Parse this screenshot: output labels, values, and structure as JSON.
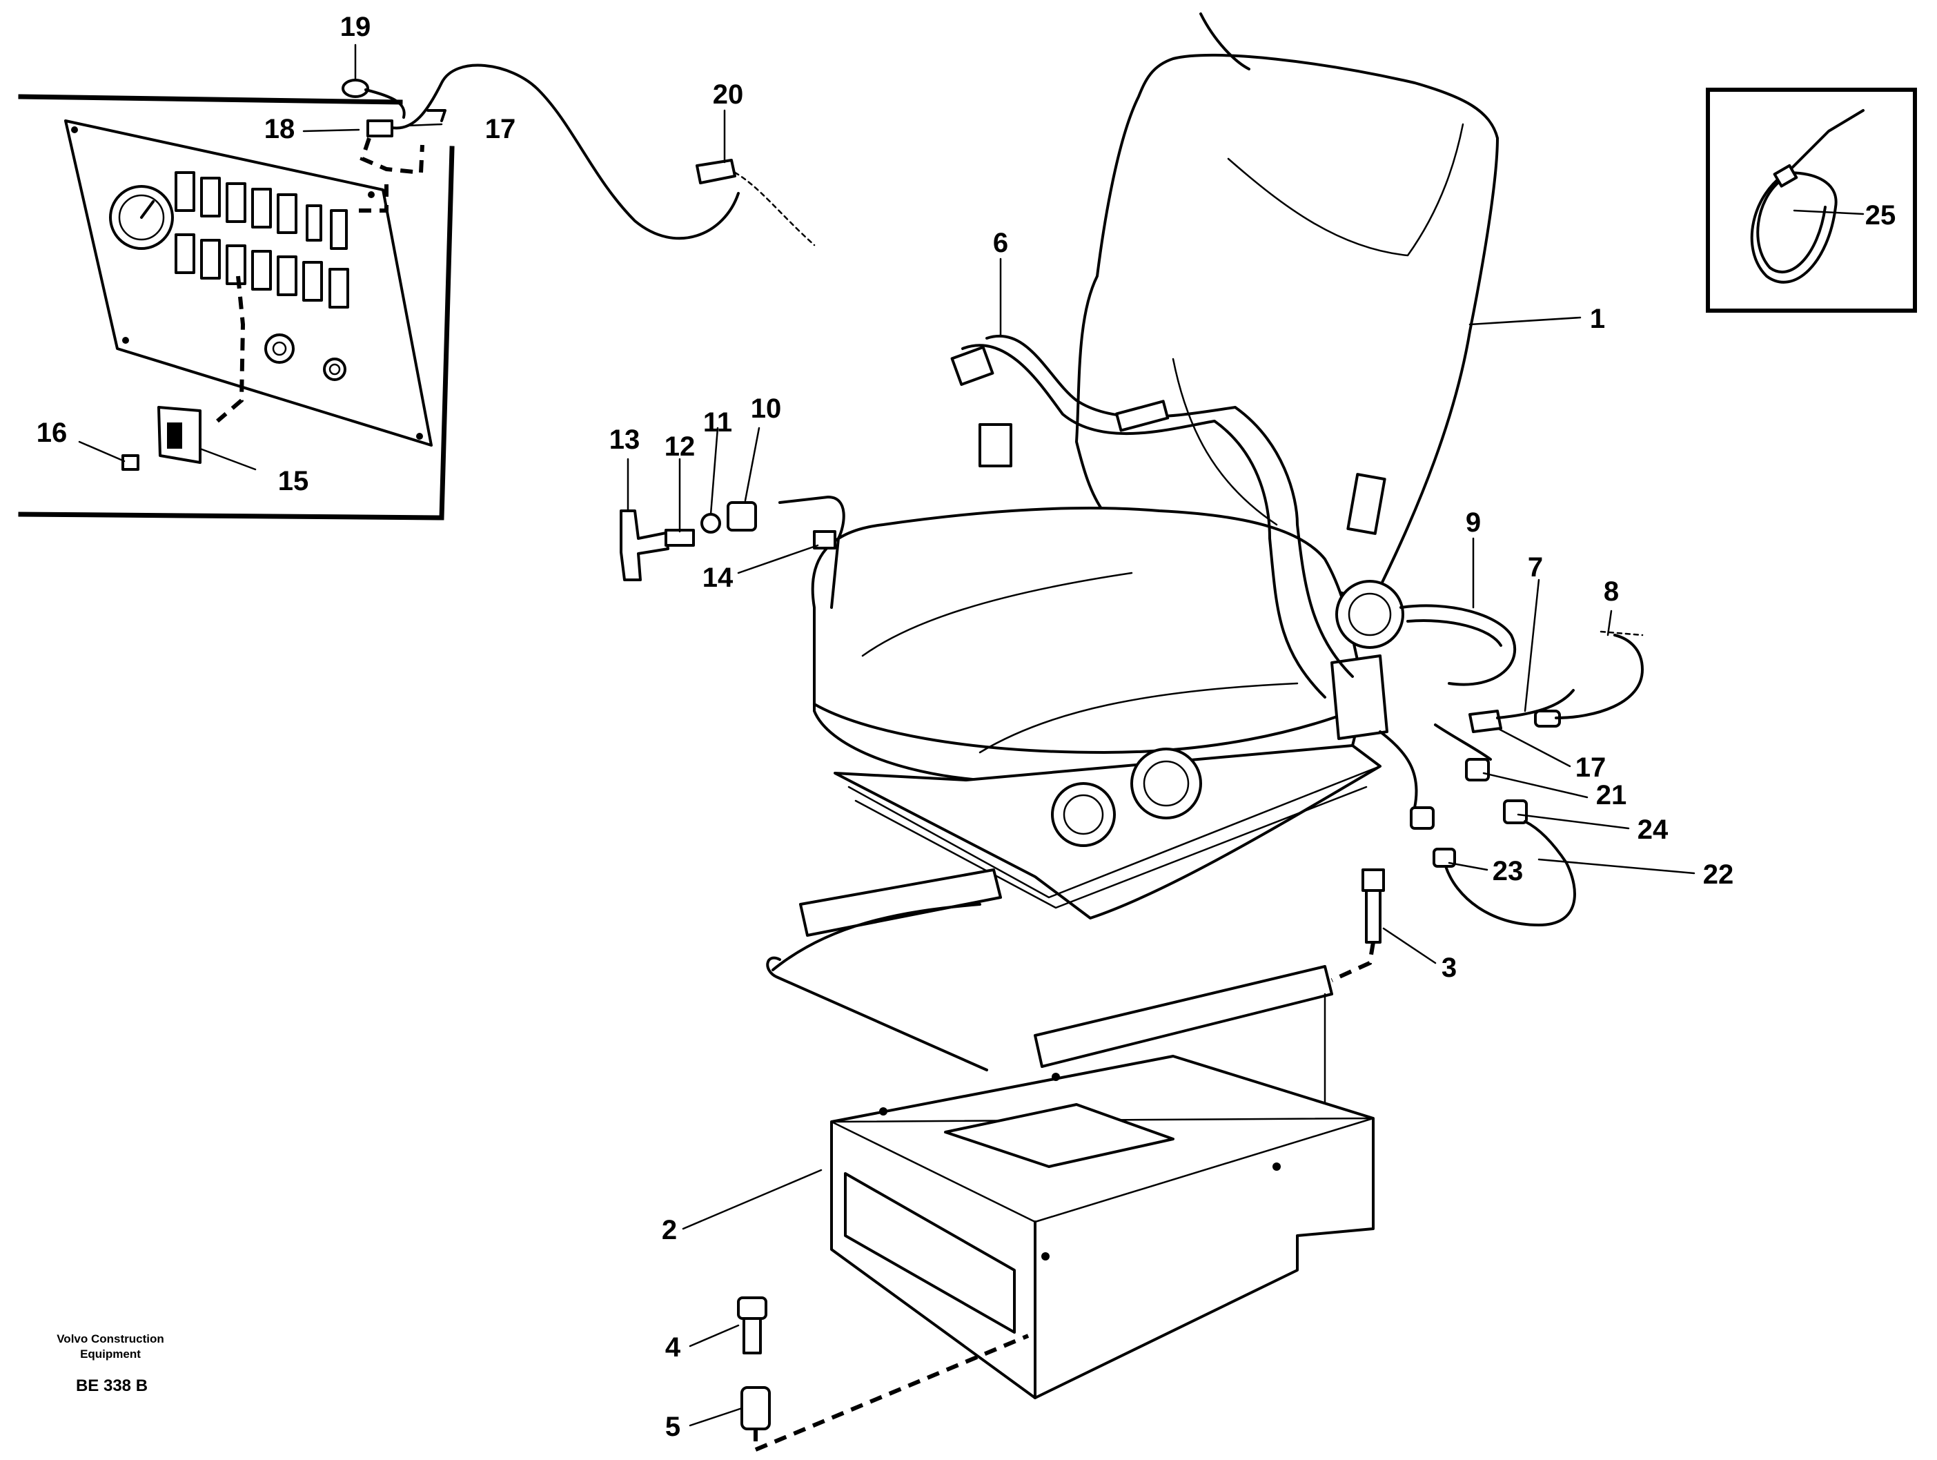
{
  "diagram": {
    "callouts": {
      "c1": "1",
      "c2": "2",
      "c3": "3",
      "c4": "4",
      "c5": "5",
      "c6": "6",
      "c7": "7",
      "c8": "8",
      "c9": "9",
      "c10": "10",
      "c11": "11",
      "c12": "12",
      "c13": "13",
      "c14": "14",
      "c15": "15",
      "c16": "16",
      "c17a": "17",
      "c17b": "17",
      "c18": "18",
      "c19": "19",
      "c20": "20",
      "c21": "21",
      "c22": "22",
      "c23": "23",
      "c24": "24",
      "c25": "25"
    },
    "credit": {
      "line1": "Volvo Construction",
      "line2": "Equipment",
      "code": "BE 338 B"
    }
  }
}
